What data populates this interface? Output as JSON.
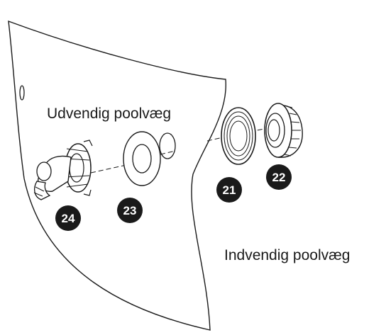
{
  "labels": {
    "outer_wall": "Udvendig poolvæg",
    "inner_wall": "Indvendig poolvæg"
  },
  "parts": [
    {
      "number": "21",
      "icon": "flat-gasket-ring-icon"
    },
    {
      "number": "22",
      "icon": "threaded-nozzle-flange-icon"
    },
    {
      "number": "23",
      "icon": "washer-ring-icon"
    },
    {
      "number": "24",
      "icon": "hose-elbow-connector-icon"
    }
  ],
  "colors": {
    "line": "#1a1a1a",
    "badge_fill": "#1a1a1a",
    "badge_text": "#ffffff",
    "background": "#ffffff"
  }
}
